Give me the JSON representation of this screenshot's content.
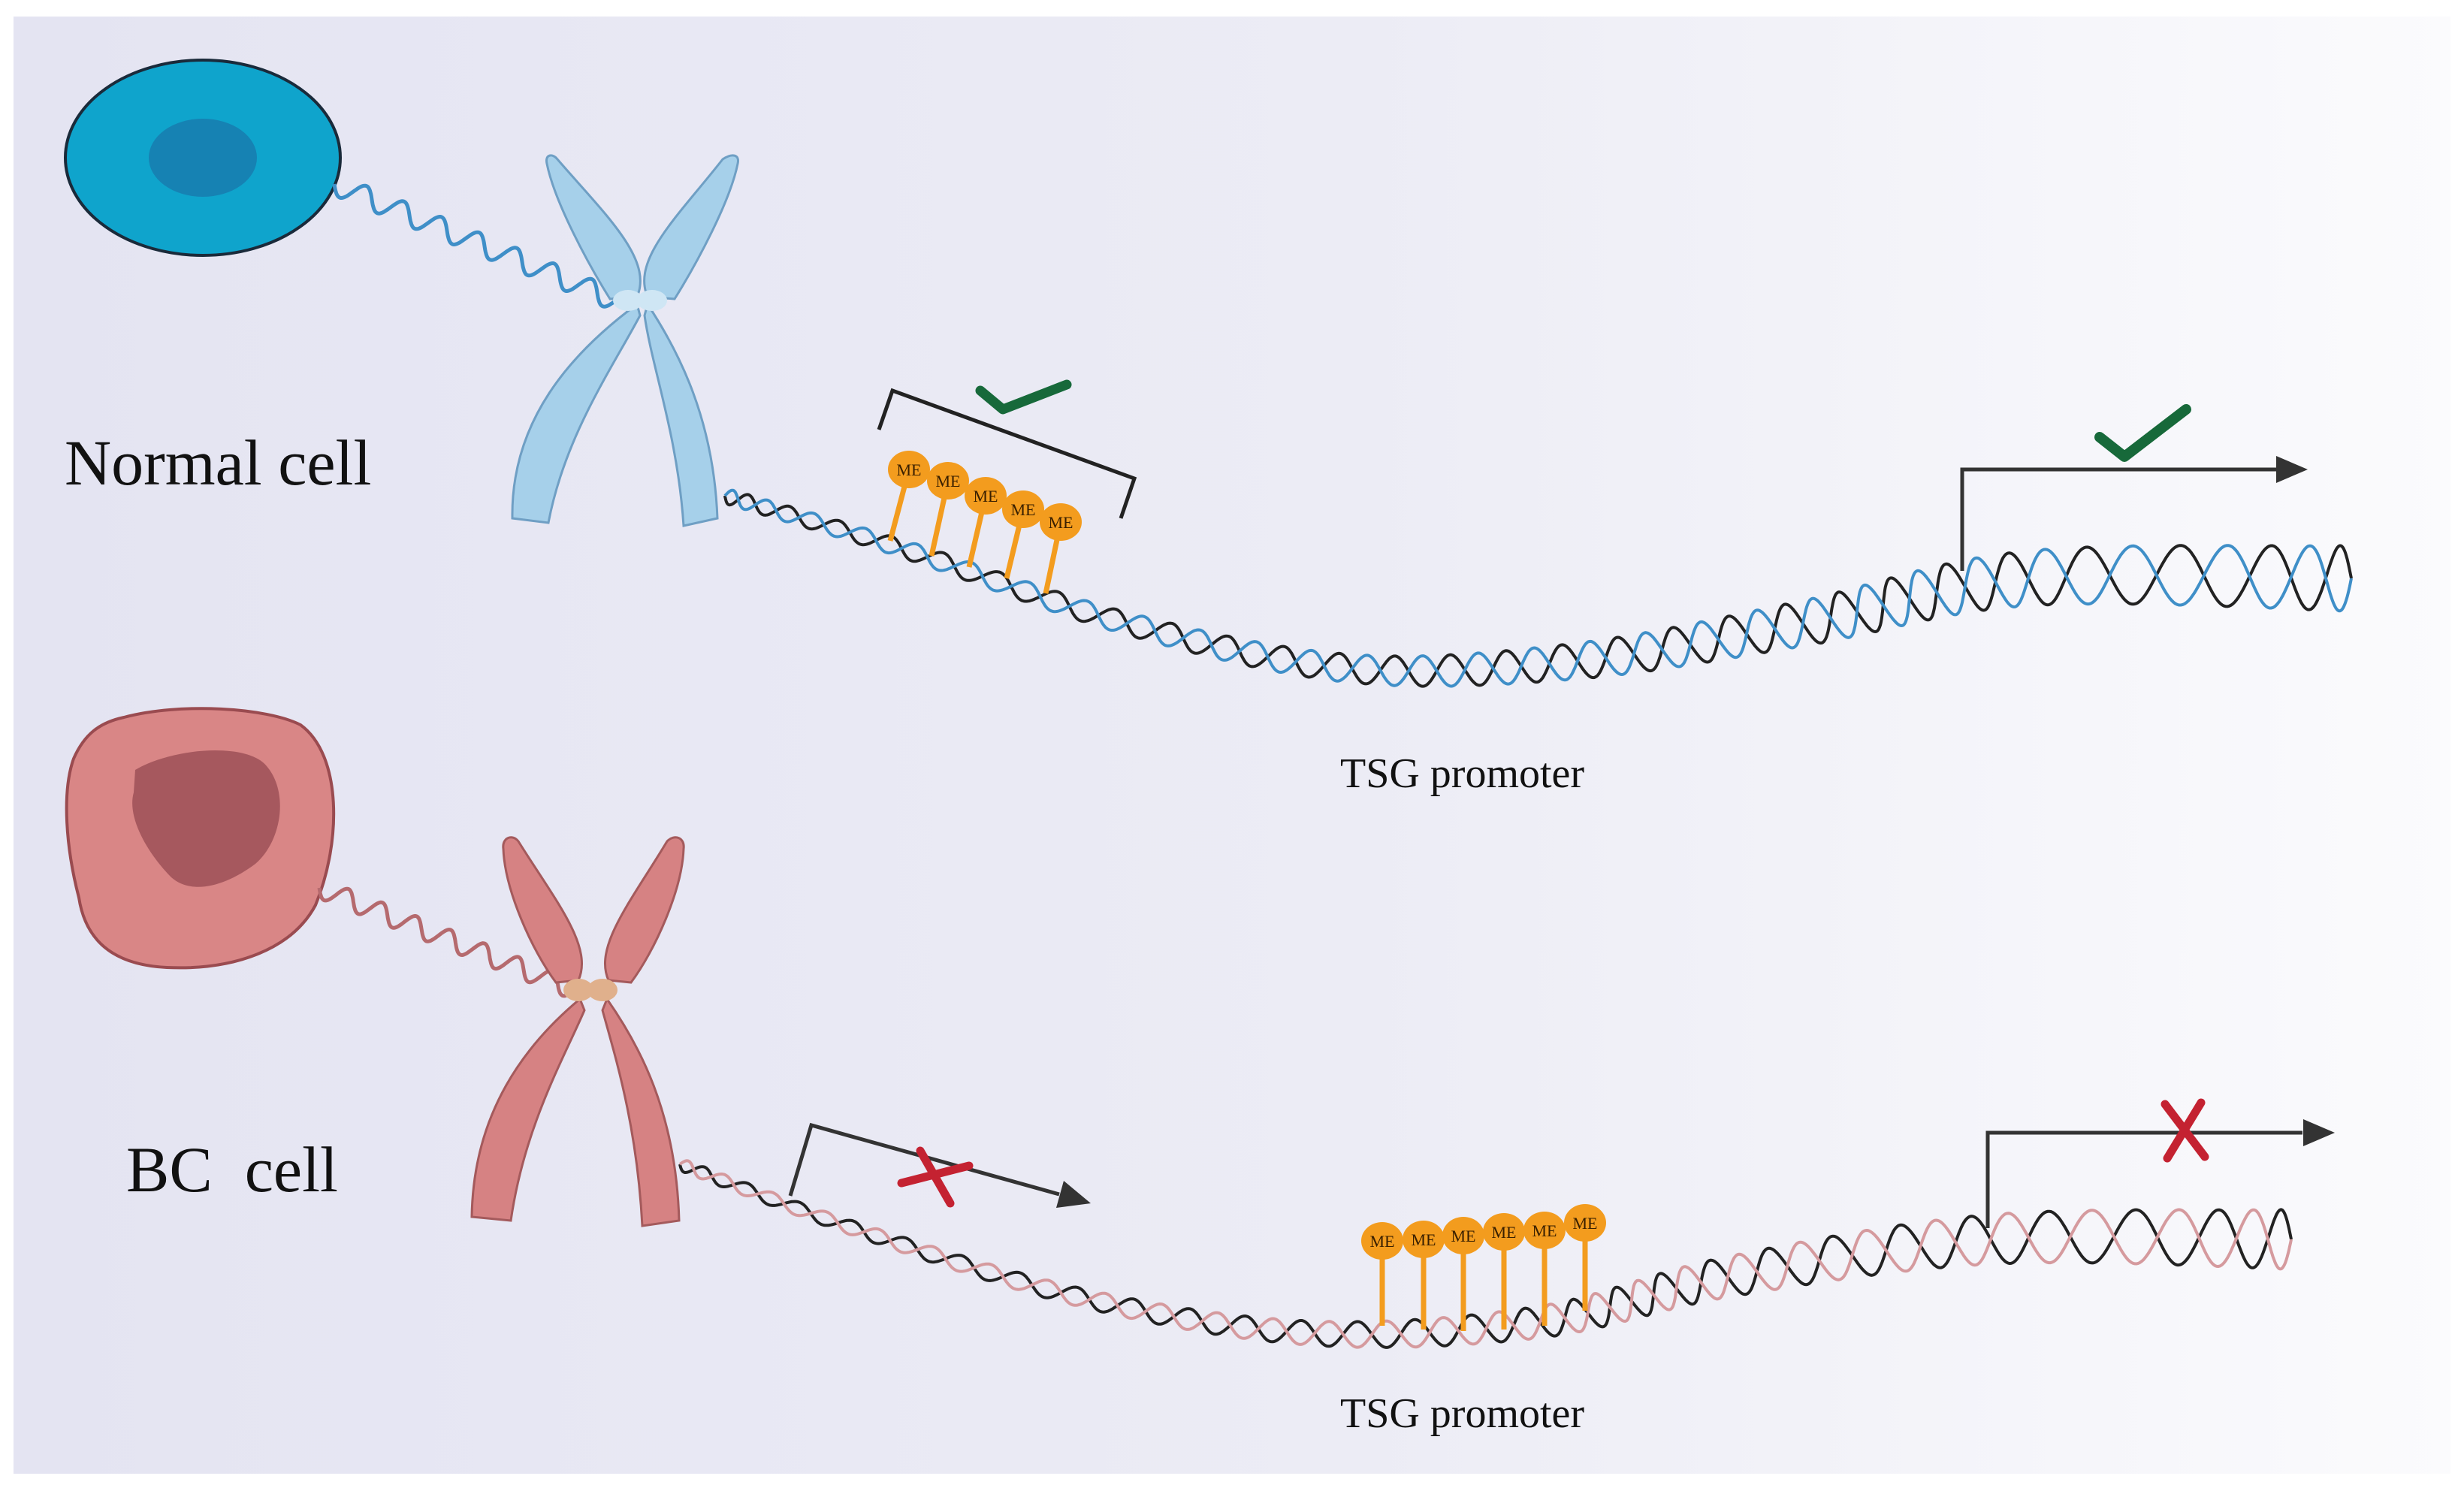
{
  "normal": {
    "label": "Normal cell",
    "promoter_label": "TSG promoter",
    "me_labels": [
      "ME",
      "ME",
      "ME",
      "ME",
      "ME"
    ],
    "methylation_status": "check-mark-icon",
    "transcription_status": "check-mark-icon"
  },
  "bc": {
    "label": "BC  cell",
    "promoter_label": "TSG promoter",
    "me_labels": [
      "ME",
      "ME",
      "ME",
      "ME",
      "ME",
      "ME"
    ],
    "transcription_status_left": "cross-mark-icon",
    "transcription_status_right": "cross-mark-icon"
  },
  "colors": {
    "background_left": "#e4e4f2",
    "background_right": "#fafafc",
    "normal_cell": "#0fa4cc",
    "normal_nucleus": "#1682b3",
    "normal_chromosome": "#a6d0ea",
    "normal_strand": "#3f8fc8",
    "bc_cell": "#d98686",
    "bc_nucleus": "#a6585e",
    "bc_chromosome": "#d68283",
    "bc_strand": "#d59a9e",
    "dna_strand": "#222222",
    "methyl": "#f39c1e",
    "check": "#17693a",
    "cross": "#c42231",
    "arrow": "#333333"
  }
}
